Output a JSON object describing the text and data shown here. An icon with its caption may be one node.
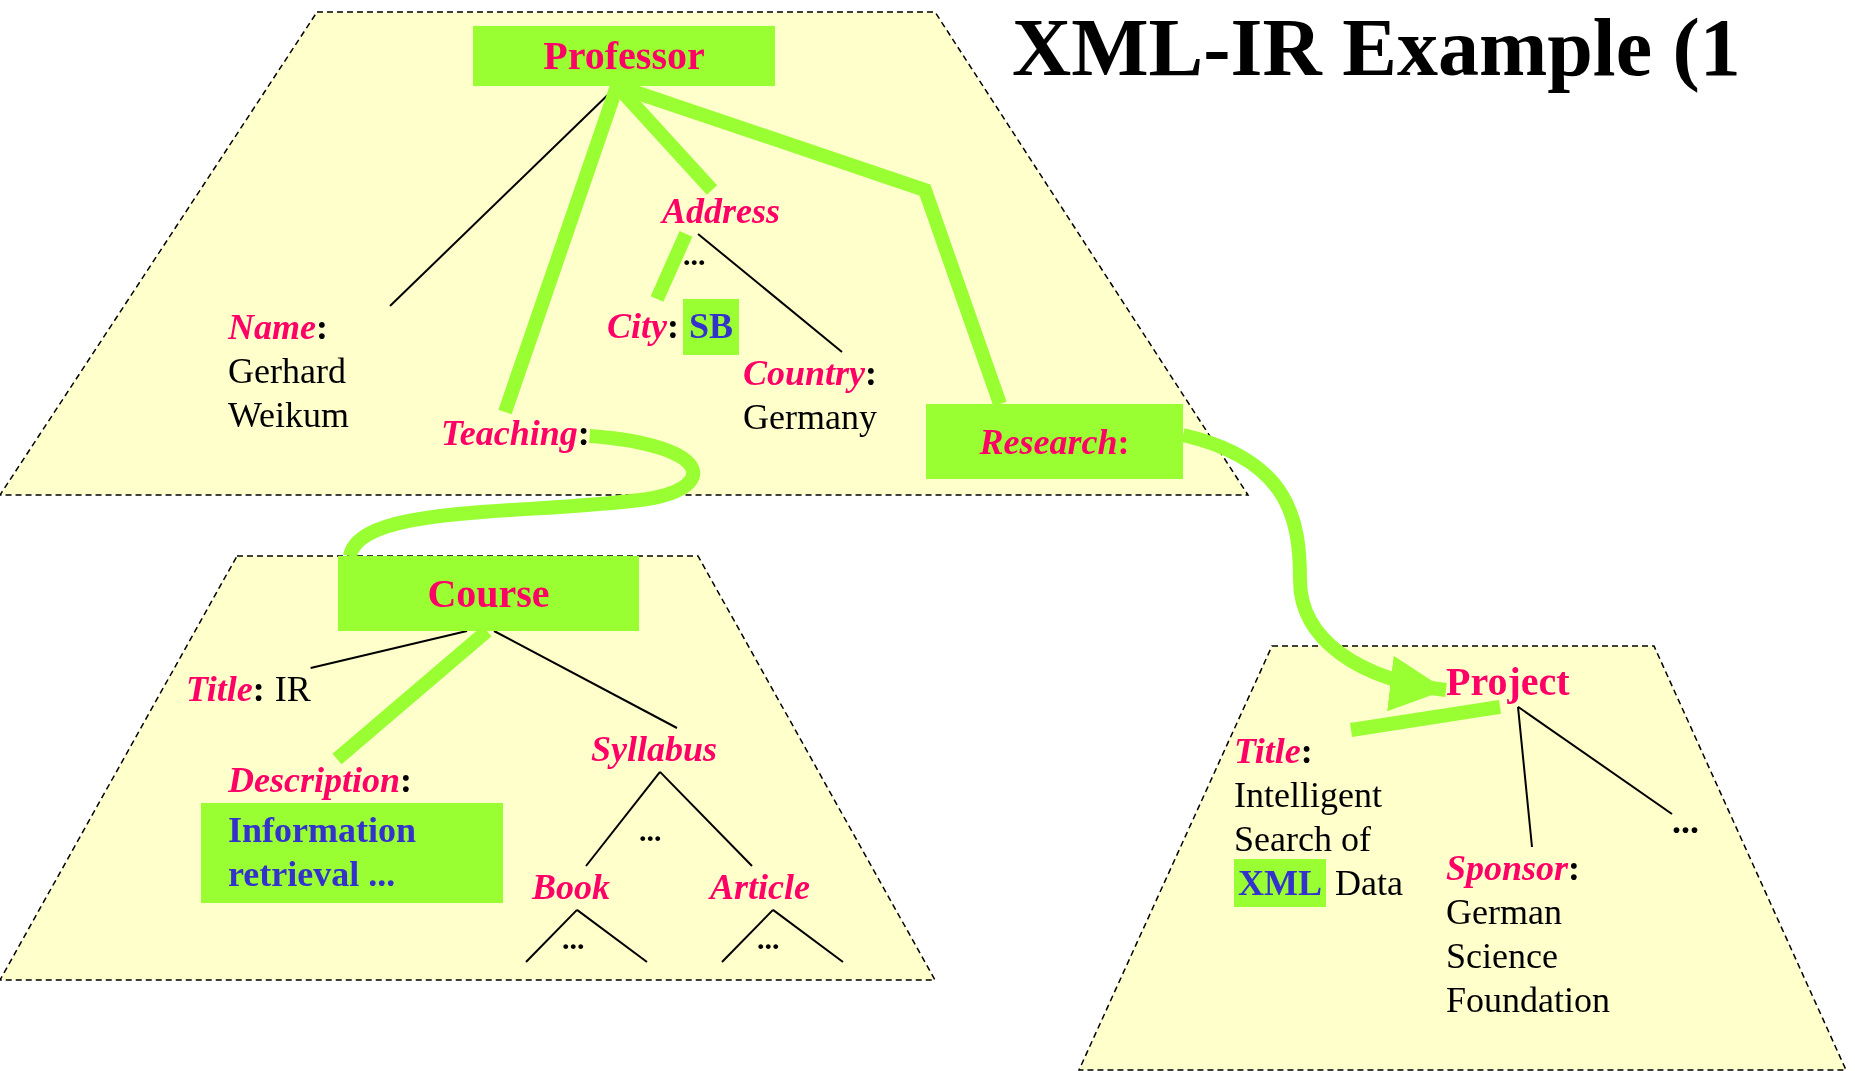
{
  "diagram": {
    "title": "XML-IR Example (1",
    "nodes": [
      {
        "text": [],
        "shape": "trapezoid"
      },
      {
        "text": [
          "Professor"
        ],
        "in": 0
      },
      {
        "text": [
          "*Name*:",
          "Gerhard Weikum"
        ],
        "in": 0
      },
      {
        "text": [
          "*Teaching*:"
        ],
        "in": 0
      },
      {
        "text": [
          "*Address*"
        ],
        "in": 0
      },
      {
        "text": [
          "*City*:",
          "SB"
        ],
        "in": 0
      },
      {
        "text": [
          "*Country*:",
          "Germany"
        ],
        "in": 0
      },
      {
        "text": [
          "*Research*:"
        ],
        "in": 0
      },
      {
        "text": [],
        "shape": "trapezoid"
      },
      {
        "text": [
          "Course"
        ],
        "in": 8
      },
      {
        "text": [
          "*Title*:",
          "IR"
        ],
        "in": 8
      },
      {
        "text": [
          "*Description*:",
          "Information retrieval ..."
        ],
        "in": 8
      },
      {
        "text": [
          "*Syllabus*"
        ],
        "in": 8
      },
      {
        "text": [
          "*Book*"
        ],
        "in": 8
      },
      {
        "text": [
          "*Article*"
        ],
        "in": 8
      },
      {
        "text": [],
        "shape": "trapezoid"
      },
      {
        "text": [
          "Project"
        ],
        "in": 15
      },
      {
        "text": [
          "*Title*:",
          "Intelligent Search of **XML** Data"
        ],
        "in": 15
      },
      {
        "text": [
          "*Sponsor*:",
          "German Science Foundation"
        ],
        "in": 15
      },
      {
        "text": [
          "..."
        ],
        "in": 15
      }
    ],
    "edges": [
      {
        "from": 1,
        "to": 2,
        "arrow": "none"
      },
      {
        "from": 1,
        "to": 3,
        "arrow": "none",
        "style": "thick",
        "color": "#99ff33"
      },
      {
        "from": 1,
        "to": 4,
        "arrow": "none",
        "style": "thick",
        "color": "#99ff33"
      },
      {
        "from": 1,
        "to": 7,
        "arrow": "none",
        "style": "thick",
        "color": "#99ff33"
      },
      {
        "from": 4,
        "to": 5,
        "arrow": "none",
        "style": "thick",
        "color": "#99ff33"
      },
      {
        "from": 4,
        "to": 6,
        "arrow": "none"
      },
      {
        "from": 3,
        "to": 9,
        "arrow": "none",
        "style": "thick",
        "color": "#99ff33"
      },
      {
        "from": 7,
        "to": 16,
        "arrow": "to",
        "style": "thick",
        "color": "#99ff33"
      },
      {
        "from": 9,
        "to": 10,
        "arrow": "none"
      },
      {
        "from": 9,
        "to": 11,
        "arrow": "none",
        "style": "thick",
        "color": "#99ff33"
      },
      {
        "from": 9,
        "to": 12,
        "arrow": "none"
      },
      {
        "from": 12,
        "to": 13,
        "arrow": "none"
      },
      {
        "from": 12,
        "to": 14,
        "arrow": "none"
      },
      {
        "from": 13,
        "to": null,
        "arrow": "none"
      },
      {
        "from": 13,
        "to": null,
        "arrow": "none"
      },
      {
        "from": 14,
        "to": null,
        "arrow": "none"
      },
      {
        "from": 14,
        "to": null,
        "arrow": "none"
      },
      {
        "from": 16,
        "to": 17,
        "arrow": "none",
        "style": "thick",
        "color": "#99ff33"
      },
      {
        "from": 16,
        "to": 18,
        "arrow": "none"
      },
      {
        "from": 16,
        "to": 19,
        "arrow": "none"
      }
    ],
    "labels": [
      "...",
      "...",
      "...",
      "..."
    ]
  }
}
